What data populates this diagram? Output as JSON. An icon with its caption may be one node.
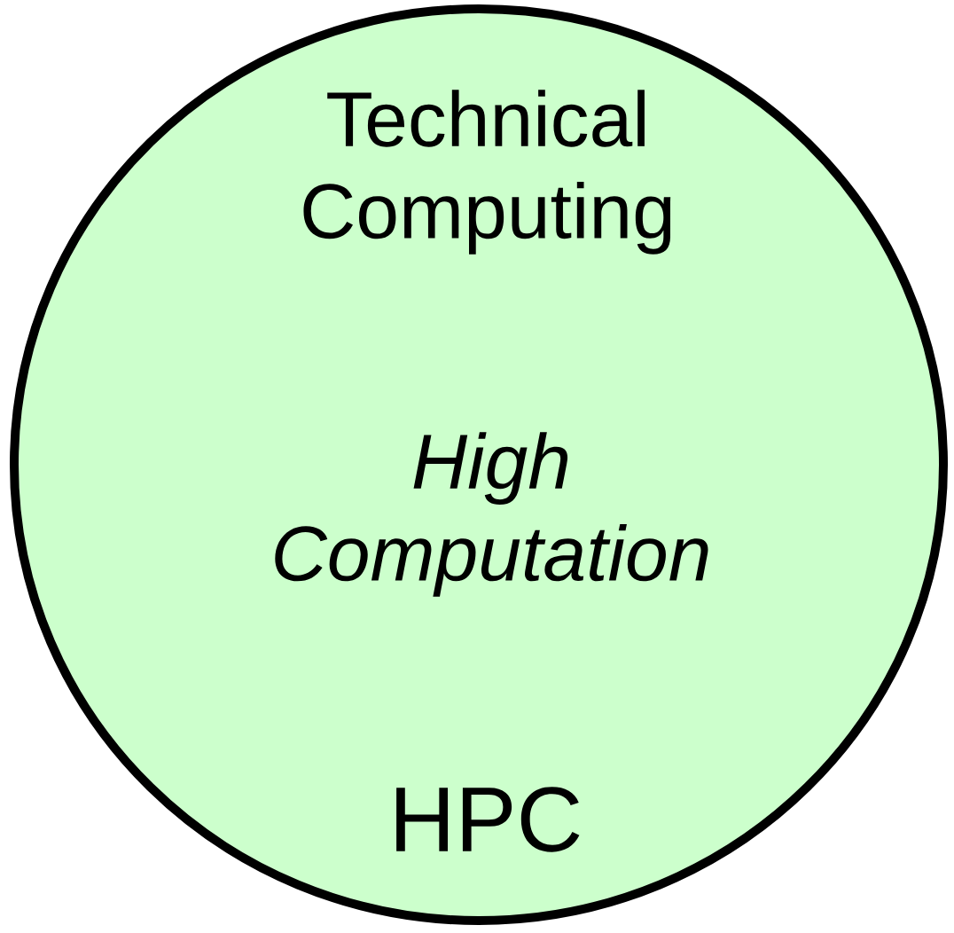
{
  "diagram": {
    "nodes": [
      {
        "text": [
          "Technical Computing",
          "High Computation",
          "HPC"
        ]
      }
    ]
  }
}
